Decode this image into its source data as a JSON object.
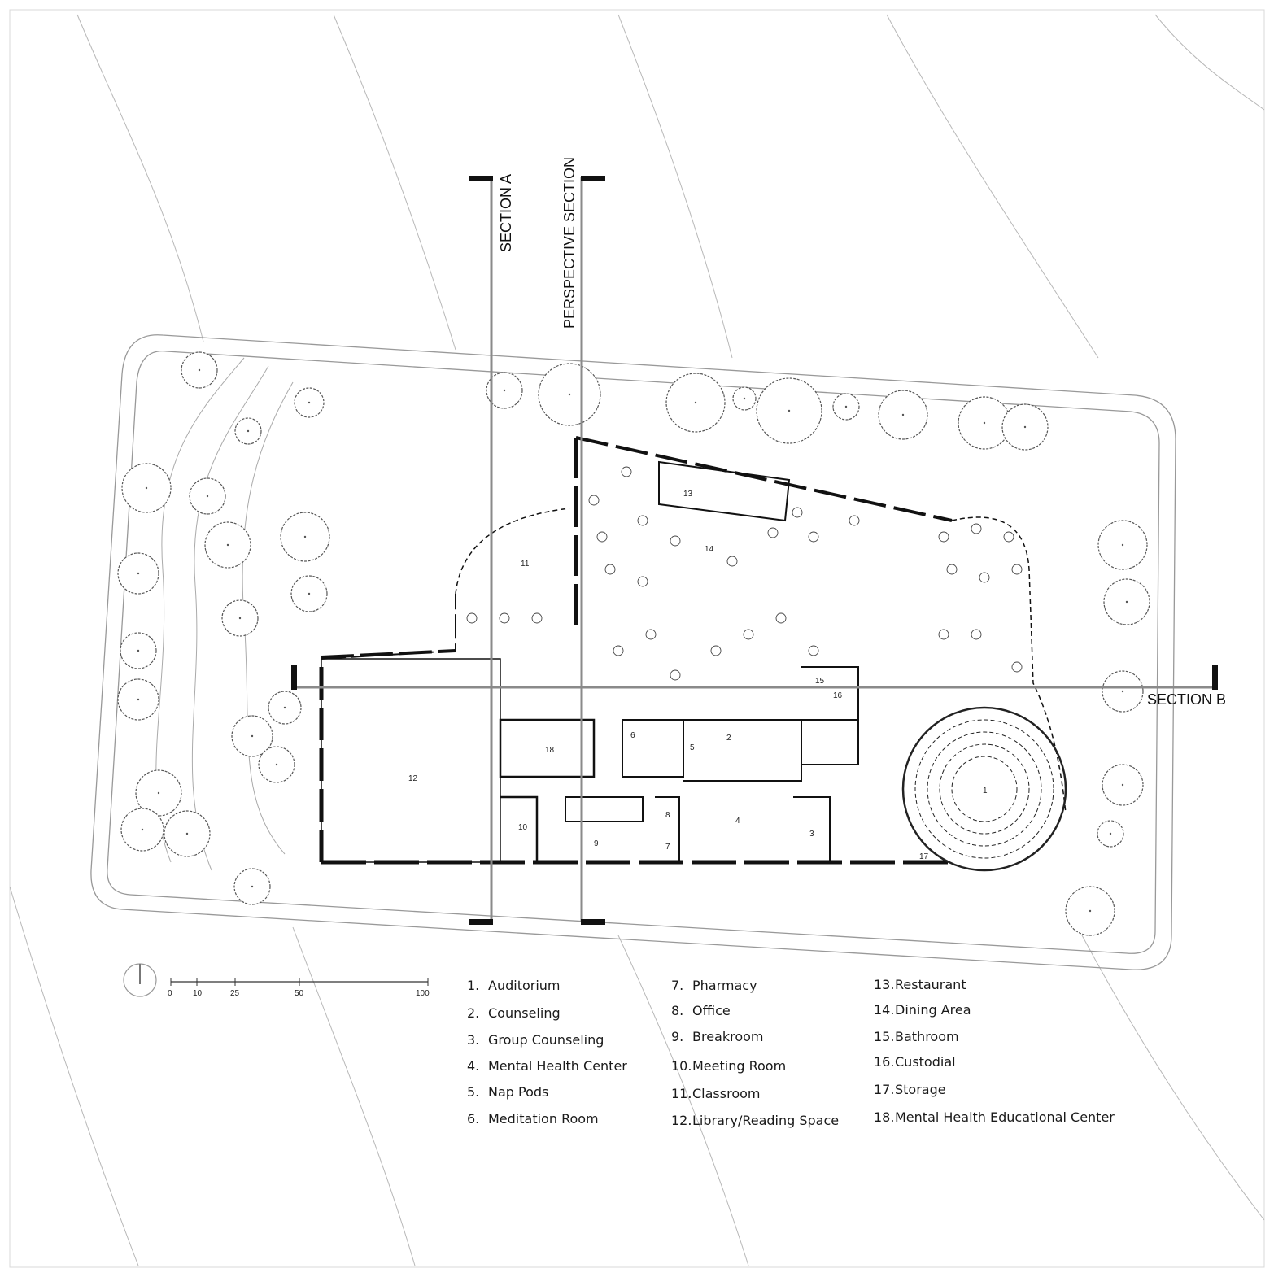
{
  "section_labels": {
    "section_a": "SECTION A",
    "perspective": "PERSPECTIVE SECTION",
    "section_b": "SECTION B"
  },
  "scale_bar": {
    "ticks": [
      "0",
      "10",
      "25",
      "50",
      "100"
    ]
  },
  "legend": [
    {
      "num": "1.",
      "name": "Auditorium"
    },
    {
      "num": "2.",
      "name": "Counseling"
    },
    {
      "num": "3.",
      "name": "Group Counseling"
    },
    {
      "num": "4.",
      "name": "Mental Health Center"
    },
    {
      "num": "5.",
      "name": "Nap Pods"
    },
    {
      "num": "6.",
      "name": "Meditation Room"
    },
    {
      "num": "7.",
      "name": "Pharmacy"
    },
    {
      "num": "8.",
      "name": "Office"
    },
    {
      "num": "9.",
      "name": "Breakroom"
    },
    {
      "num": "10.",
      "name": "Meeting Room"
    },
    {
      "num": "11.",
      "name": "Classroom"
    },
    {
      "num": "12.",
      "name": "Library/Reading Space"
    },
    {
      "num": "13.",
      "name": "Restaurant"
    },
    {
      "num": "14.",
      "name": "Dining Area"
    },
    {
      "num": "15.",
      "name": "Bathroom"
    },
    {
      "num": "16.",
      "name": "Custodial"
    },
    {
      "num": "17.",
      "name": "Storage"
    },
    {
      "num": "18.",
      "name": "Mental Health Educational Center"
    }
  ],
  "room_numbers": [
    "1",
    "2",
    "3",
    "4",
    "5",
    "6",
    "7",
    "8",
    "9",
    "10",
    "11",
    "12",
    "13",
    "14",
    "15",
    "16",
    "17",
    "18"
  ],
  "colors": {
    "ink": "#111111",
    "thin": "#9a9a9a",
    "tree": "#555555",
    "section_line": "#8a8a8a"
  }
}
